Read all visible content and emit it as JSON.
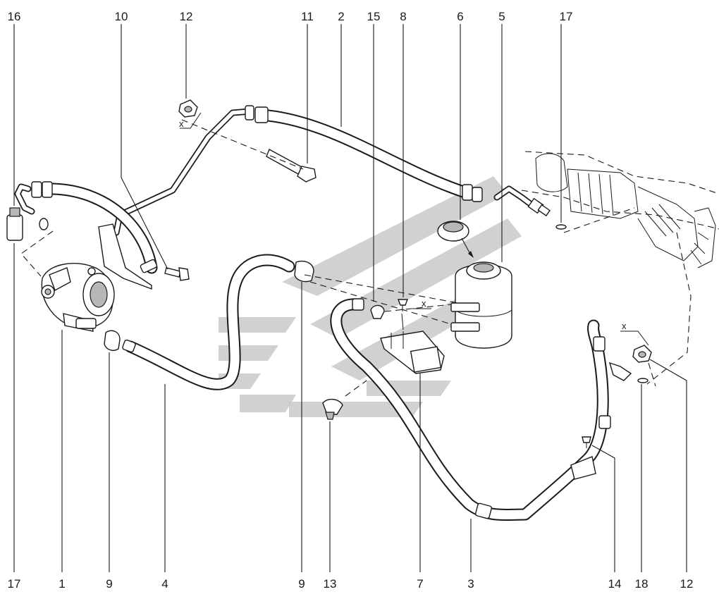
{
  "diagram": {
    "callouts": [
      {
        "id": "c-top-16",
        "label": "16"
      },
      {
        "id": "c-top-10",
        "label": "10"
      },
      {
        "id": "c-top-12",
        "label": "12"
      },
      {
        "id": "c-top-11",
        "label": "11"
      },
      {
        "id": "c-top-2",
        "label": "2"
      },
      {
        "id": "c-top-15",
        "label": "15"
      },
      {
        "id": "c-top-8",
        "label": "8"
      },
      {
        "id": "c-top-6",
        "label": "6"
      },
      {
        "id": "c-top-5",
        "label": "5"
      },
      {
        "id": "c-top-17",
        "label": "17"
      },
      {
        "id": "c-bot-17",
        "label": "17"
      },
      {
        "id": "c-bot-1",
        "label": "1"
      },
      {
        "id": "c-bot-9a",
        "label": "9"
      },
      {
        "id": "c-bot-4",
        "label": "4"
      },
      {
        "id": "c-bot-9b",
        "label": "9"
      },
      {
        "id": "c-bot-13",
        "label": "13"
      },
      {
        "id": "c-bot-7",
        "label": "7"
      },
      {
        "id": "c-bot-3",
        "label": "3"
      },
      {
        "id": "c-bot-14",
        "label": "14"
      },
      {
        "id": "c-bot-18",
        "label": "18"
      },
      {
        "id": "c-bot-12",
        "label": "12"
      }
    ],
    "x_marks": [
      {
        "id": "x-bracket-top",
        "label": "x"
      },
      {
        "id": "x-clip-8",
        "label": "x"
      },
      {
        "id": "x-right-nut",
        "label": "x"
      }
    ]
  }
}
